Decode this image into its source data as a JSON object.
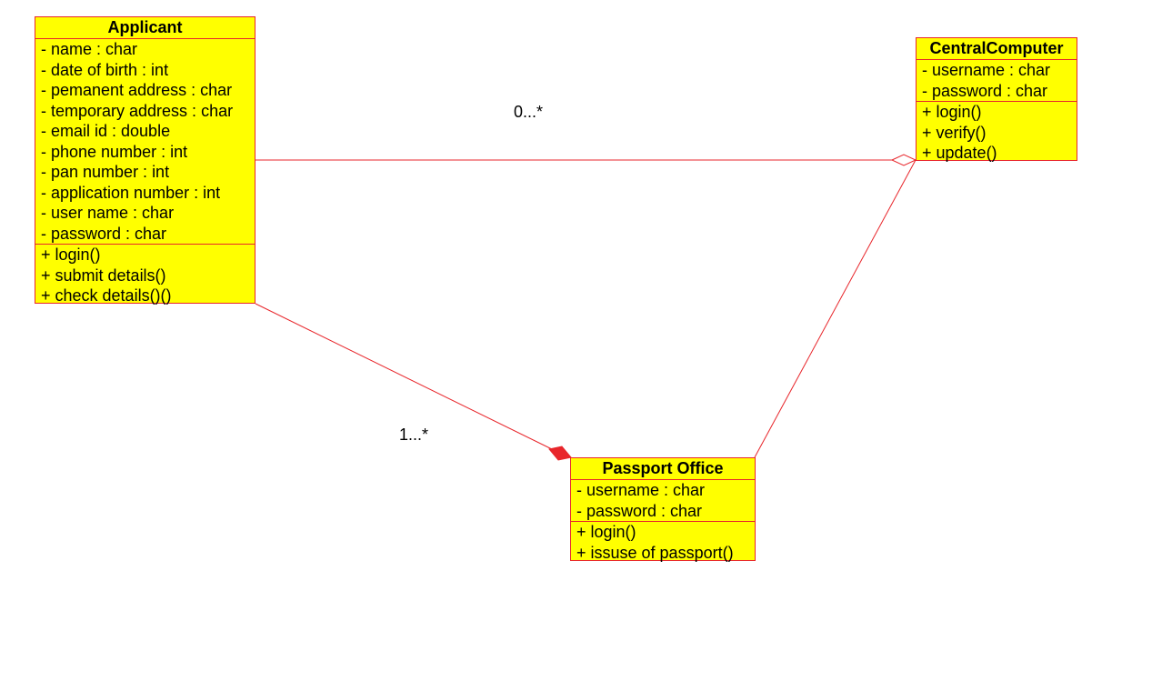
{
  "colors": {
    "line": "#e8262b",
    "class_fill": "#ffff00",
    "text": "#000000"
  },
  "classes": {
    "applicant": {
      "name": "Applicant",
      "attributes": [
        "- name : char",
        "- date of birth : int",
        "- pemanent address : char",
        "- temporary address : char",
        "- email id : double",
        "- phone number : int",
        "- pan number : int",
        "- application number : int",
        "- user name : char",
        "- password : char"
      ],
      "methods": [
        "+ login()",
        "+ submit details()",
        "+ check details()()"
      ]
    },
    "central_computer": {
      "name": "CentralComputer",
      "attributes": [
        "- username : char",
        "- password : char"
      ],
      "methods": [
        "+ login()",
        "+ verify()",
        "+ update()"
      ]
    },
    "passport_office": {
      "name": "Passport Office",
      "attributes": [
        "- username : char",
        "- password : char"
      ],
      "methods": [
        "+ login()",
        "+ issuse of passport()"
      ]
    }
  },
  "relationships": [
    {
      "from": "Applicant",
      "to": "CentralComputer",
      "type": "aggregation",
      "multiplicity": "0...*"
    },
    {
      "from": "Applicant",
      "to": "Passport Office",
      "type": "composition",
      "multiplicity": "1...*"
    },
    {
      "from": "Passport Office",
      "to": "CentralComputer",
      "type": "association",
      "multiplicity": ""
    }
  ]
}
